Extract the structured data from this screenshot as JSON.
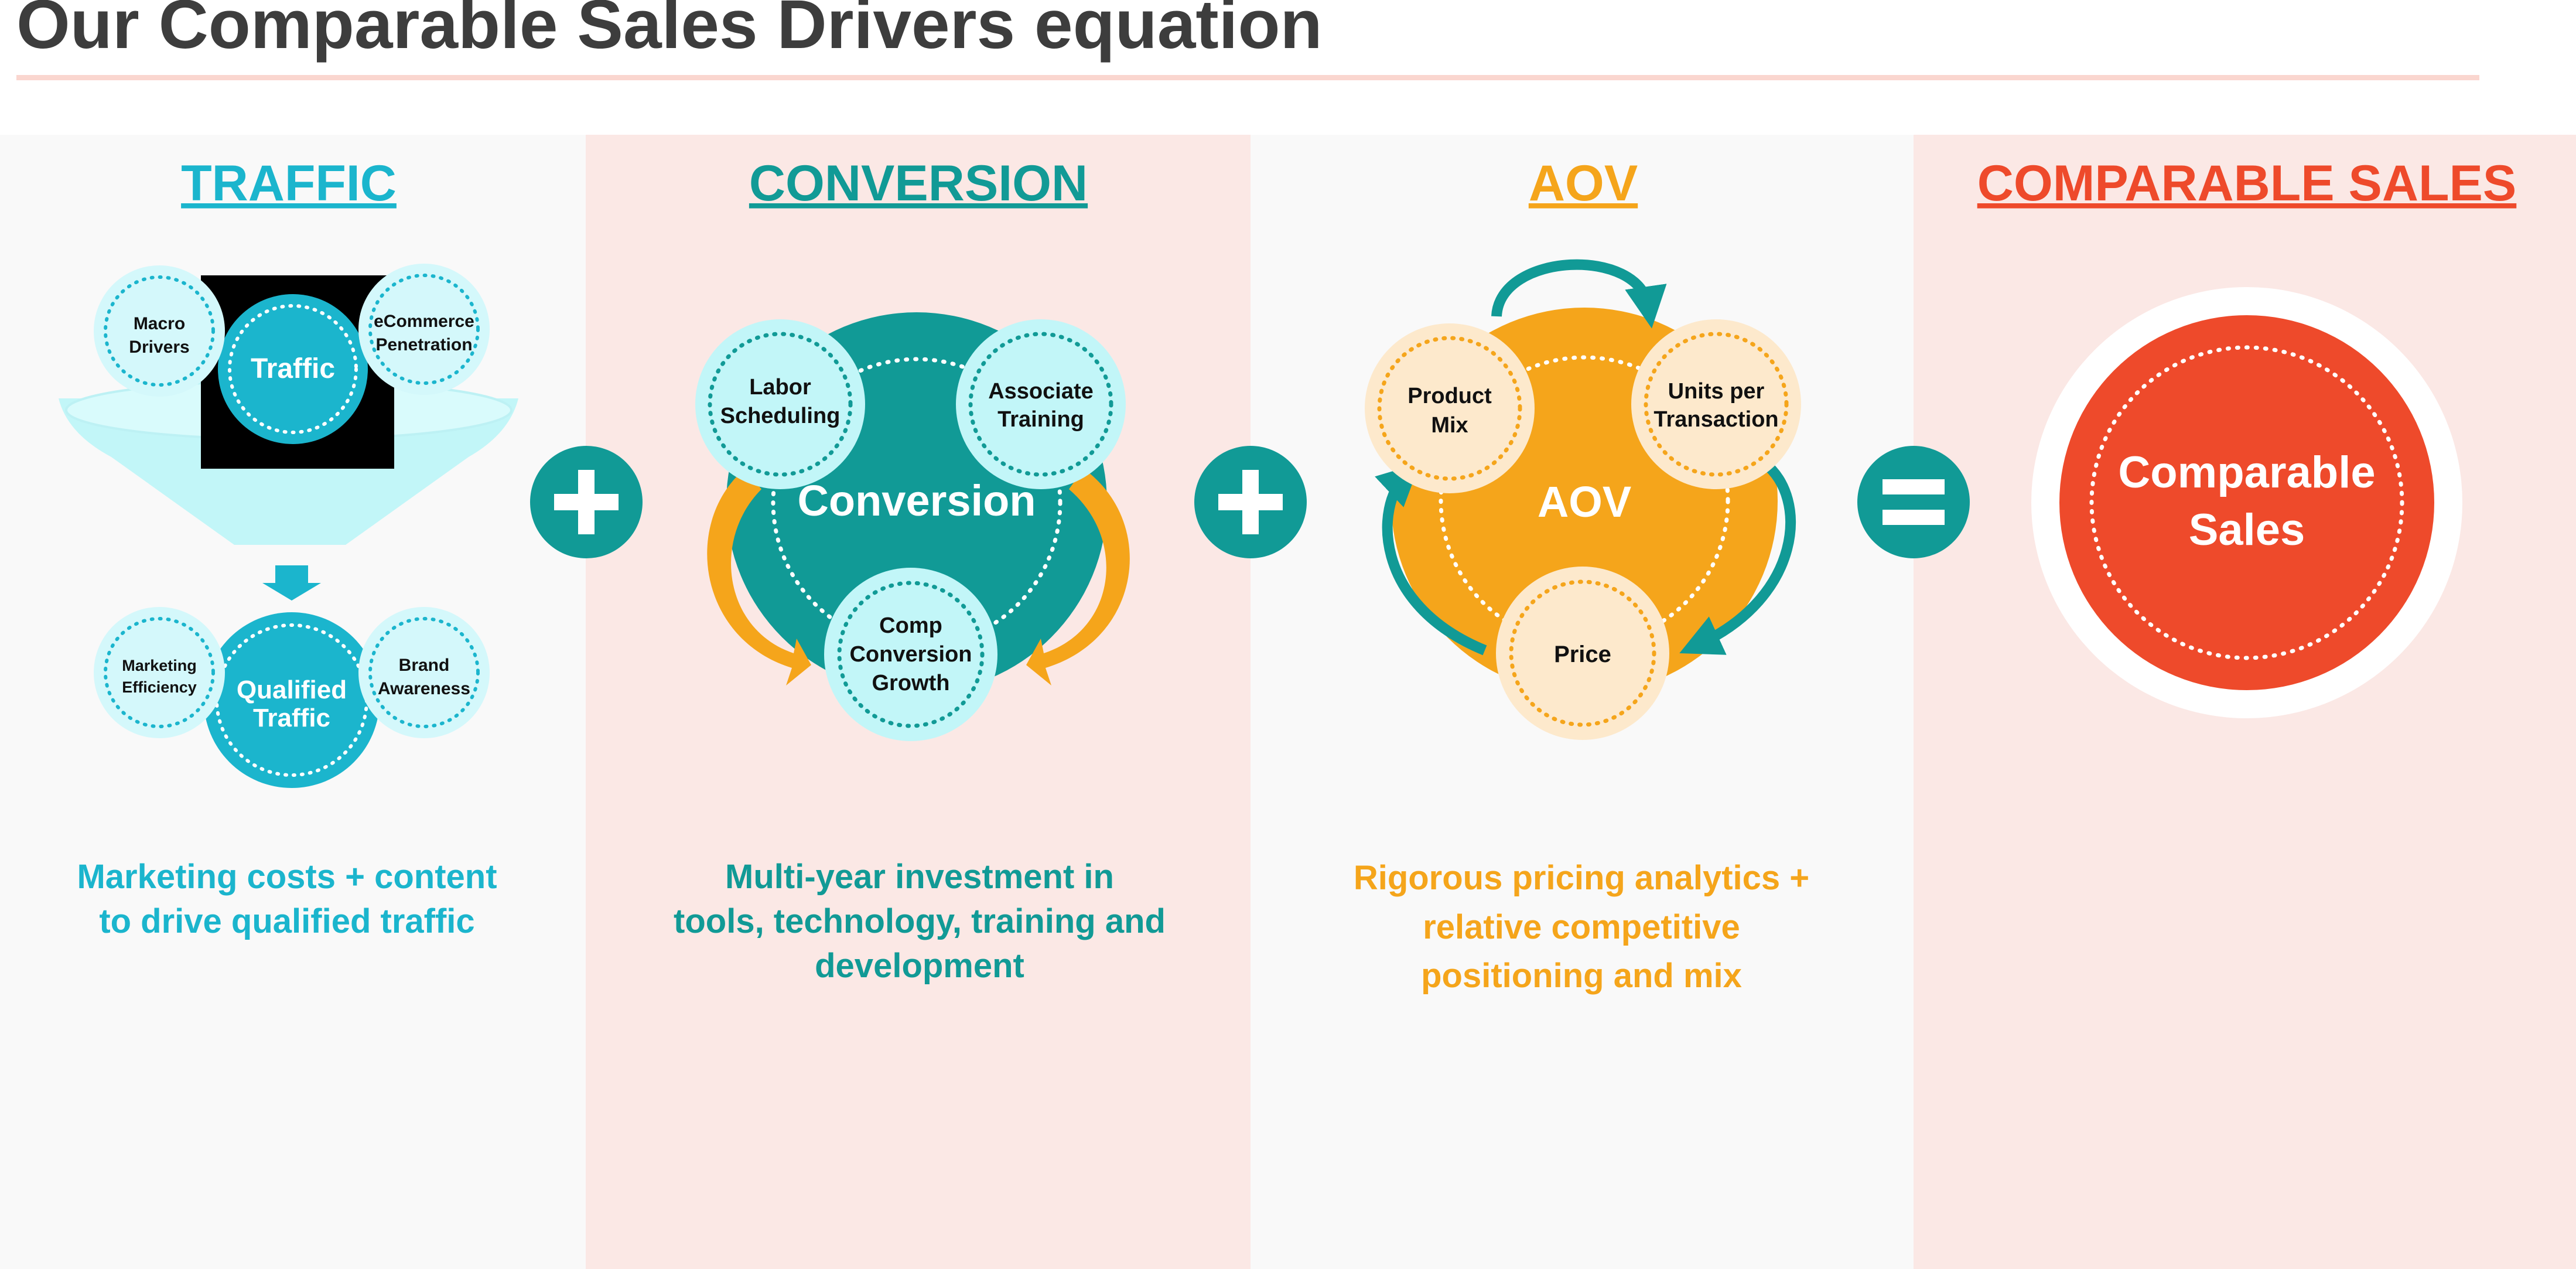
{
  "title": "Our Comparable Sales Drivers equation",
  "colors": {
    "traffic": "#1bb5cd",
    "conversion": "#119a96",
    "aov": "#f5a51b",
    "sales": "#ee4a2b",
    "panel_light": "#f9f9f9",
    "panel_pink": "#fbe8e5",
    "title_rule": "#fad6cf"
  },
  "columns": {
    "traffic": {
      "heading": "TRAFFIC",
      "center": "Traffic",
      "left_bubble": [
        "Macro",
        "Drivers"
      ],
      "right_bubble": [
        "eCommerce",
        "Penetration"
      ],
      "bottom_center": [
        "Qualified",
        "Traffic"
      ],
      "bottom_left": [
        "Marketing",
        "Efficiency"
      ],
      "bottom_right": [
        "Brand",
        "Awareness"
      ],
      "caption": [
        "Marketing costs + content",
        "to drive qualified traffic"
      ]
    },
    "conversion": {
      "heading": "CONVERSION",
      "center": "Conversion",
      "left_bubble": [
        "Labor",
        "Scheduling"
      ],
      "right_bubble": [
        "Associate",
        "Training"
      ],
      "bottom_bubble": [
        "Comp",
        "Conversion",
        "Growth"
      ],
      "caption": [
        "Multi-year investment in",
        "tools, technology, training and",
        "development"
      ]
    },
    "aov": {
      "heading": "AOV",
      "center": "AOV",
      "left_bubble": [
        "Product",
        "Mix"
      ],
      "right_bubble": [
        "Units per",
        "Transaction"
      ],
      "bottom_bubble": [
        "Price"
      ],
      "caption": [
        "Rigorous pricing analytics +",
        "relative competitive",
        "positioning and mix"
      ]
    },
    "sales": {
      "heading": "COMPARABLE SALES",
      "center": [
        "Comparable",
        "Sales"
      ]
    }
  },
  "operators": {
    "plus_1": "plus-icon",
    "plus_2": "plus-icon",
    "equals": "equals-icon"
  }
}
